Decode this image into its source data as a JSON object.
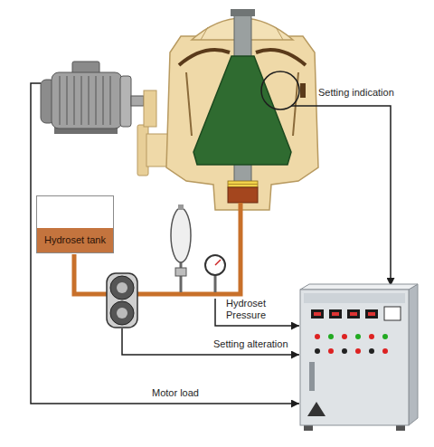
{
  "diagram": {
    "nodes": [
      {
        "text": [
          "Hydroset tank"
        ]
      }
    ],
    "labels": [
      "Setting indication",
      "Hydroset Pressure",
      "Setting alteration",
      "Motor load"
    ]
  }
}
